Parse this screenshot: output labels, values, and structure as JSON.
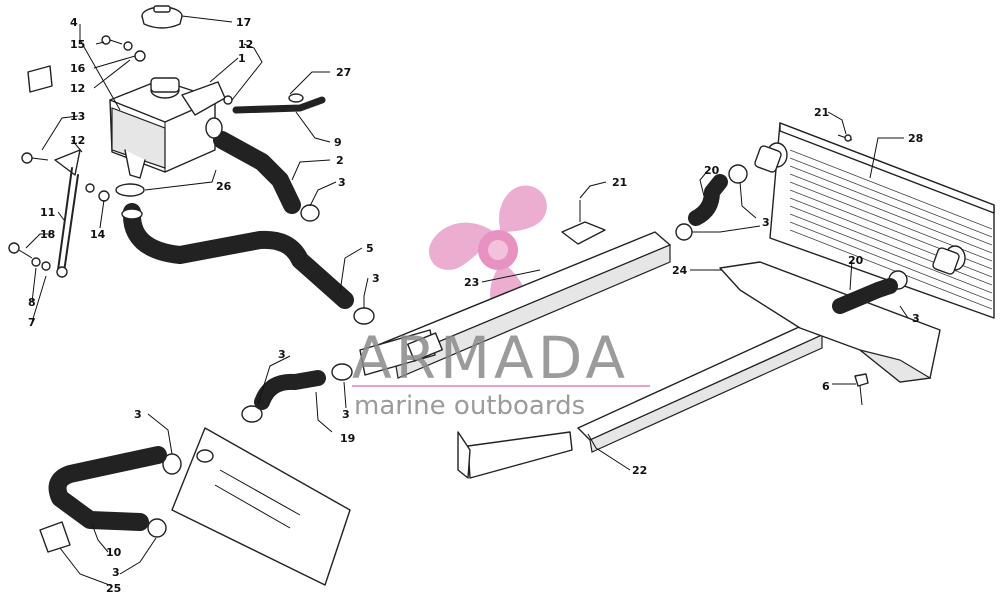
{
  "callouts": [
    {
      "id": "c4",
      "text": "4"
    },
    {
      "id": "c17",
      "text": "17"
    },
    {
      "id": "c15",
      "text": "15"
    },
    {
      "id": "c12a",
      "text": "12"
    },
    {
      "id": "c16",
      "text": "16"
    },
    {
      "id": "c1",
      "text": "1"
    },
    {
      "id": "c12b",
      "text": "12"
    },
    {
      "id": "c27",
      "text": "27"
    },
    {
      "id": "c13",
      "text": "13"
    },
    {
      "id": "c12c",
      "text": "12"
    },
    {
      "id": "c9",
      "text": "9"
    },
    {
      "id": "c2",
      "text": "2"
    },
    {
      "id": "c26",
      "text": "26"
    },
    {
      "id": "c3a",
      "text": "3"
    },
    {
      "id": "c11",
      "text": "11"
    },
    {
      "id": "c14",
      "text": "14"
    },
    {
      "id": "c18",
      "text": "18"
    },
    {
      "id": "c5",
      "text": "5"
    },
    {
      "id": "c3b",
      "text": "3"
    },
    {
      "id": "c8",
      "text": "8"
    },
    {
      "id": "c7",
      "text": "7"
    },
    {
      "id": "c21a",
      "text": "21"
    },
    {
      "id": "c28",
      "text": "28"
    },
    {
      "id": "c21b",
      "text": "21"
    },
    {
      "id": "c20a",
      "text": "20"
    },
    {
      "id": "c3c",
      "text": "3"
    },
    {
      "id": "c23",
      "text": "23"
    },
    {
      "id": "c24",
      "text": "24"
    },
    {
      "id": "c20b",
      "text": "20"
    },
    {
      "id": "c3d",
      "text": "3"
    },
    {
      "id": "c3e",
      "text": "3"
    },
    {
      "id": "c3f",
      "text": "3"
    },
    {
      "id": "c19",
      "text": "19"
    },
    {
      "id": "c6",
      "text": "6"
    },
    {
      "id": "c3g",
      "text": "3"
    },
    {
      "id": "c22",
      "text": "22"
    },
    {
      "id": "c10",
      "text": "10"
    },
    {
      "id": "c3h",
      "text": "3"
    },
    {
      "id": "c25",
      "text": "25"
    }
  ],
  "watermark": {
    "brand": "ARMADA",
    "tagline": "marine outboards",
    "color_brand": "#8a8a8a",
    "color_logo": "#e8a0c8",
    "color_line": "#e8a0c8"
  }
}
